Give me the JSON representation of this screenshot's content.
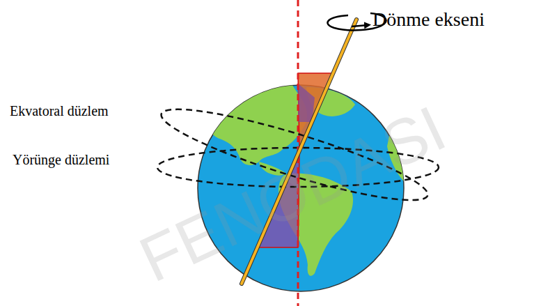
{
  "diagram": {
    "labels": [
      "Dönme ekseni",
      "Ekvatoral düzlem",
      "Yörünge düzlemi",
      "FENODASI"
    ]
  }
}
